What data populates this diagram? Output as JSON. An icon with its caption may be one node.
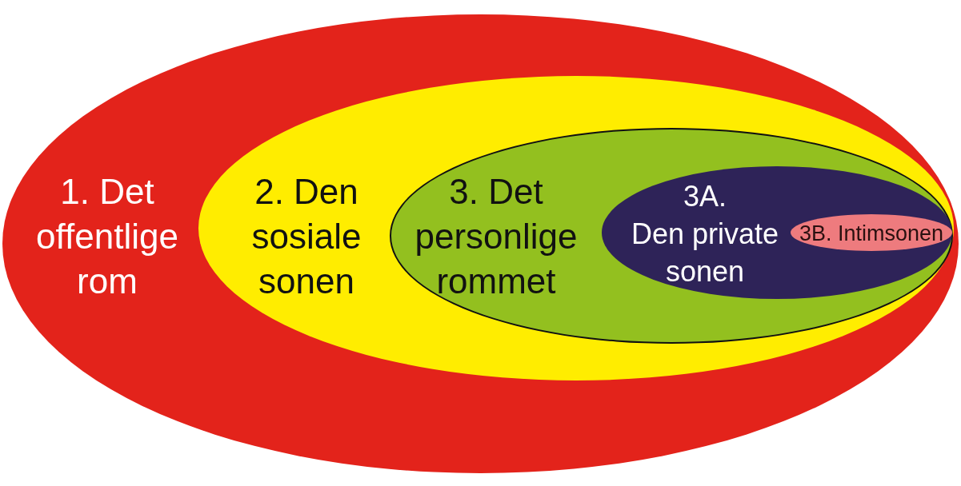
{
  "diagram": {
    "nodes": [
      {
        "text": [
          "1. Det offentlige rom"
        ]
      },
      {
        "text": [
          "2. Den sosiale sonen"
        ],
        "in": 0
      },
      {
        "text": [
          "3. Det personlige rommet"
        ],
        "in": 1
      },
      {
        "text": [
          "3A.",
          "Den private sonen"
        ],
        "in": 2
      },
      {
        "text": [
          "3B. Intimsonen"
        ],
        "in": 3
      }
    ]
  }
}
